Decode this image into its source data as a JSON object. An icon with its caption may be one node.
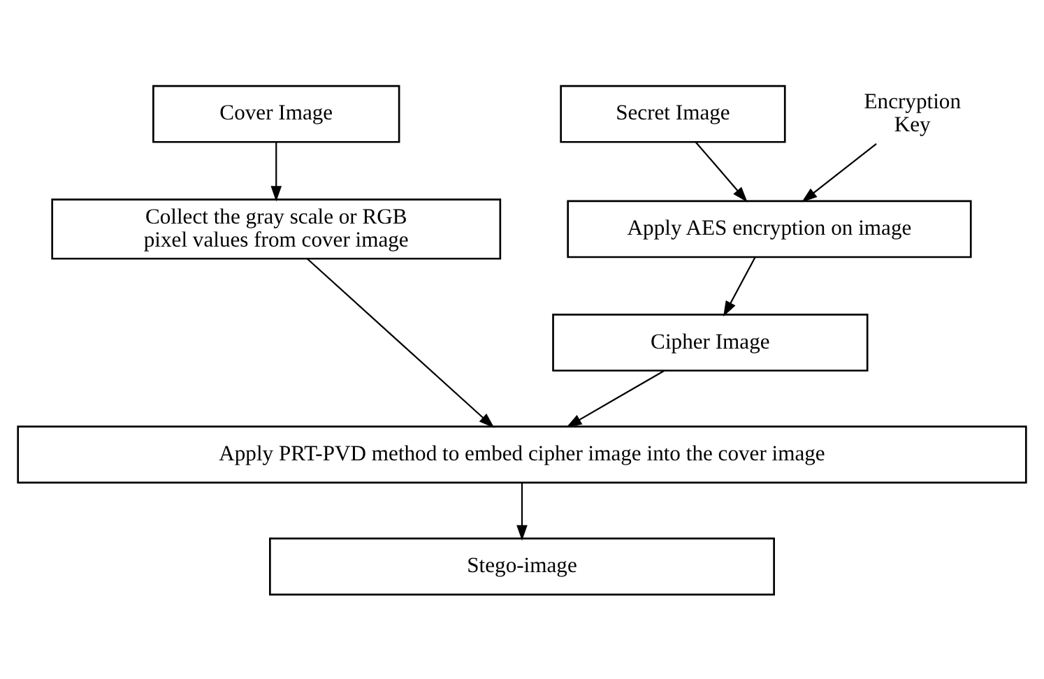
{
  "diagram": {
    "nodes": [
      {
        "text": [
          "Cover Image"
        ]
      },
      {
        "text": [
          "Secret Image"
        ]
      },
      {
        "text": [
          "Encryption Key"
        ]
      },
      {
        "text": [
          "Collect the gray scale or RGB pixel values from cover image"
        ]
      },
      {
        "text": [
          "Apply AES encryption on image"
        ]
      },
      {
        "text": [
          "Cipher Image"
        ]
      },
      {
        "text": [
          "Apply PRT-PVD method to embed cipher image into the cover image"
        ]
      },
      {
        "text": [
          "Stego-image"
        ]
      }
    ],
    "edges": [
      {
        "from": 0,
        "to": 3,
        "arrow": "to"
      },
      {
        "from": 1,
        "to": 4,
        "arrow": "to"
      },
      {
        "from": 2,
        "to": 4,
        "arrow": "to"
      },
      {
        "from": 3,
        "to": 6,
        "arrow": "to"
      },
      {
        "from": 4,
        "to": 5,
        "arrow": "to"
      },
      {
        "from": 5,
        "to": 6,
        "arrow": "to"
      },
      {
        "from": 6,
        "to": 7,
        "arrow": "to"
      }
    ]
  }
}
